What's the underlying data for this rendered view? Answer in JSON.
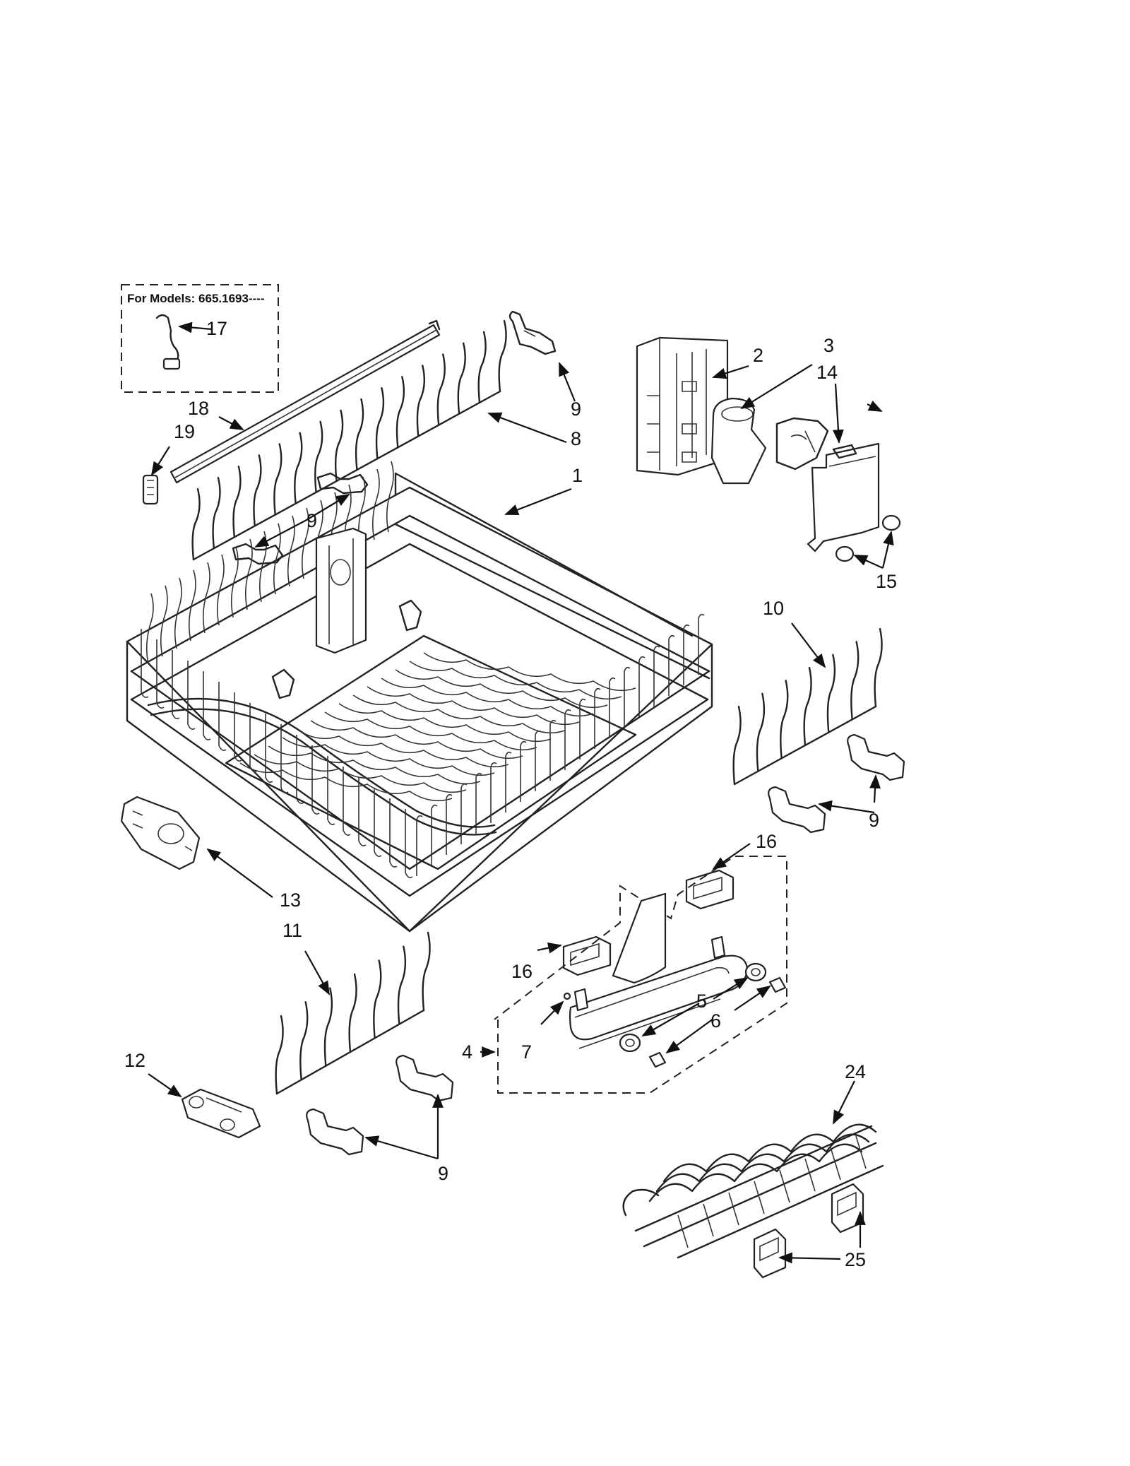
{
  "model_note": "For Models: 665.1693----",
  "callouts": {
    "c1": "1",
    "c2": "2",
    "c3": "3",
    "c4": "4",
    "c5": "5",
    "c6": "6",
    "c7": "7",
    "c8": "8",
    "c9a": "9",
    "c9b": "9",
    "c9c": "9",
    "c9d": "9",
    "c10": "10",
    "c11": "11",
    "c12": "12",
    "c13": "13",
    "c14": "14",
    "c15": "15",
    "c16a": "16",
    "c16b": "16",
    "c17": "17",
    "c18": "18",
    "c19": "19",
    "c24": "24",
    "c25": "25"
  }
}
